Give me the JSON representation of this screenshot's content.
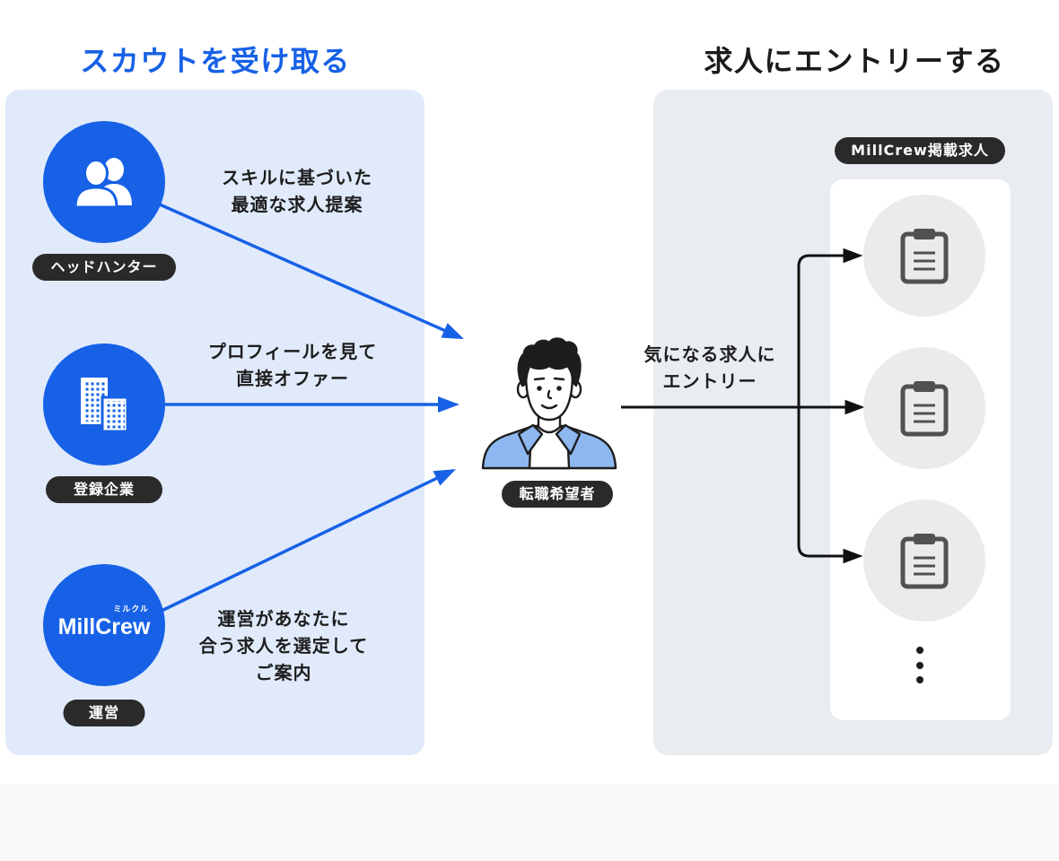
{
  "colors": {
    "accent": "#1761e6",
    "scout_panel": "#e0eafb",
    "entry_panel": "#e9edf2",
    "label_bg": "#2a2a2a",
    "job_circle": "#ebebeb",
    "icon_gray": "#515151",
    "text": "#1d1d1d"
  },
  "scout": {
    "title": "スカウトを受け取る",
    "sources": [
      {
        "icon": "users-icon",
        "label": "ヘッドハンター",
        "caption": [
          "スキルに基づいた",
          "最適な求人提案"
        ]
      },
      {
        "icon": "buildings-icon",
        "label": "登録企業",
        "caption": [
          "プロフィールを見て",
          "直接オファー"
        ]
      },
      {
        "icon": "millcrew-logo",
        "logo_text": "MillCrew",
        "logo_ruby": "ミルクル",
        "label": "運営",
        "caption": [
          "運営があなたに",
          "合う求人を選定して",
          "ご案内"
        ]
      }
    ]
  },
  "job_seeker": {
    "icon": "job-seeker-icon",
    "label": "転職希望者"
  },
  "entry": {
    "title": "求人にエントリーする",
    "caption": [
      "気になる求人に",
      "エントリー"
    ],
    "badge": "MillCrew掲載求人",
    "jobs": [
      {
        "icon": "clipboard-icon"
      },
      {
        "icon": "clipboard-icon"
      },
      {
        "icon": "clipboard-icon"
      }
    ],
    "more_icon": "vertical-ellipsis-icon"
  }
}
